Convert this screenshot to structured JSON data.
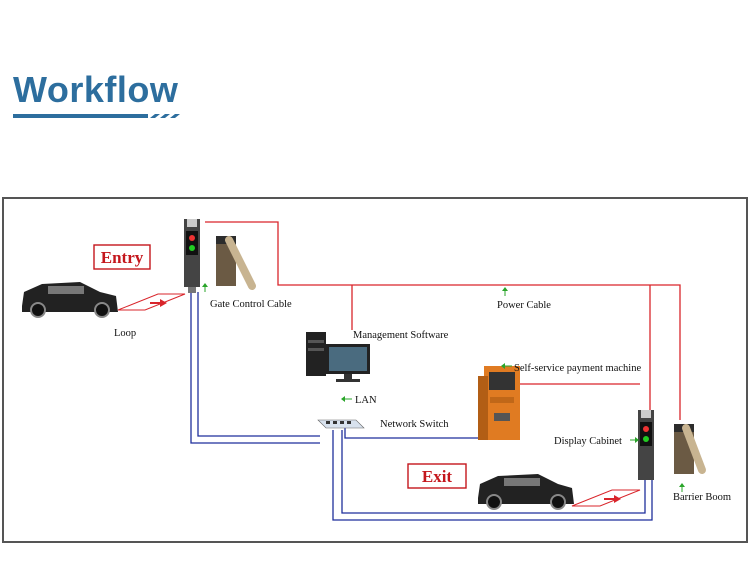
{
  "header": {
    "title": "Workflow"
  },
  "labels": {
    "entry": "Entry",
    "exit": "Exit",
    "loop": "Loop",
    "gate_control_cable": "Gate Control Cable",
    "power_cable": "Power Cable",
    "management_software": "Management Software",
    "self_service_payment": "Self-service payment machine",
    "lan": "LAN",
    "network_switch": "Network Switch",
    "display_cabinet": "Display Cabinet",
    "barrier_boom": "Barrier Boom"
  },
  "colors": {
    "title": "#2d6e9e",
    "accent_red": "#c4161c",
    "power_line": "#d9252b",
    "network_line": "#1f2f9c",
    "green_arrow": "#2aa52a",
    "frame": "#555555"
  }
}
